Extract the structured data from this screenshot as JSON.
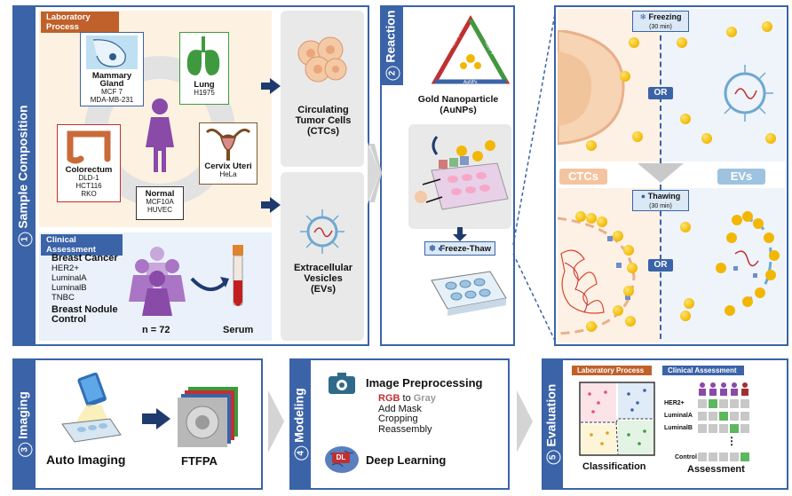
{
  "panel1": {
    "number": "1",
    "title": "Sample Composition",
    "lab_process": "Laboratory Process",
    "organs": {
      "mammary": {
        "name": "Mammary Gland",
        "lines": [
          "MCF 7",
          "MDA-MB-231"
        ]
      },
      "lung": {
        "name": "Lung",
        "lines": [
          "H1975"
        ]
      },
      "colorectum": {
        "name": "Colorectum",
        "lines": [
          "DLD-1",
          "HCT116",
          "RKO"
        ]
      },
      "cervix": {
        "name": "Cervix Uteri",
        "lines": [
          "HeLa"
        ]
      },
      "normal": {
        "name": "Normal",
        "lines": [
          "MCF10A",
          "HUVEC"
        ]
      }
    },
    "ctc_label": [
      "Circulating",
      "Tumor Cells",
      "(CTCs)"
    ],
    "ev_label": [
      "Extracellular",
      "Vesicles",
      "(EVs)"
    ],
    "clinical": "Clinical Assessment",
    "breast_cancer": "Breast Cancer",
    "subtypes": [
      "HER2+",
      "LuminalA",
      "LuminalB",
      "TNBC"
    ],
    "nodule": [
      "Breast Nodule",
      "Control"
    ],
    "n": "n = 72",
    "serum": "Serum"
  },
  "panel2": {
    "number": "2",
    "title": "Reaction",
    "tri_left": "AuNPs",
    "tri_right": "AuNPs",
    "tri_bottom": "AuNPs",
    "gold": [
      "Gold Nanoparticle",
      "(AuNPs)"
    ],
    "freeze_thaw": "Freeze-Thaw"
  },
  "zoom": {
    "freezing": "Freezing",
    "freezing_time": "(30 min)",
    "thawing": "Thawing",
    "thawing_time": "(30 min)",
    "or1": "OR",
    "or2": "OR",
    "ctcs": "CTCs",
    "evs": "EVs"
  },
  "panel3": {
    "number": "3",
    "title": "Imaging",
    "auto": "Auto Imaging",
    "ftfpa": "FTFPA"
  },
  "panel4": {
    "number": "4",
    "title": "Modeling",
    "preprocessing": "Image Preprocessing",
    "rgb": "RGB",
    "to": " to ",
    "gray": "Gray",
    "steps": [
      "Add Mask",
      "Cropping",
      "Reassembly"
    ],
    "dl_badge": "DL",
    "deep": "Deep Learning"
  },
  "panel5": {
    "number": "5",
    "title": "Evaluation",
    "lab": "Laboratory Process",
    "clinical": "Clinical Assessment",
    "rows": [
      "HER2+",
      "LuminalA",
      "LuminalB",
      "Control"
    ],
    "classification": "Classification",
    "assessment": "Assessment",
    "ellipsis": "⋮"
  },
  "colors": {
    "frame": "#3b63a8",
    "lab_bar": "#c0612b",
    "clinical_bar": "#3b63a8",
    "gold": "#f2b705",
    "ctc": "#f0b890",
    "ev": "#9ec3e0",
    "purple": "#8a4aa8"
  }
}
